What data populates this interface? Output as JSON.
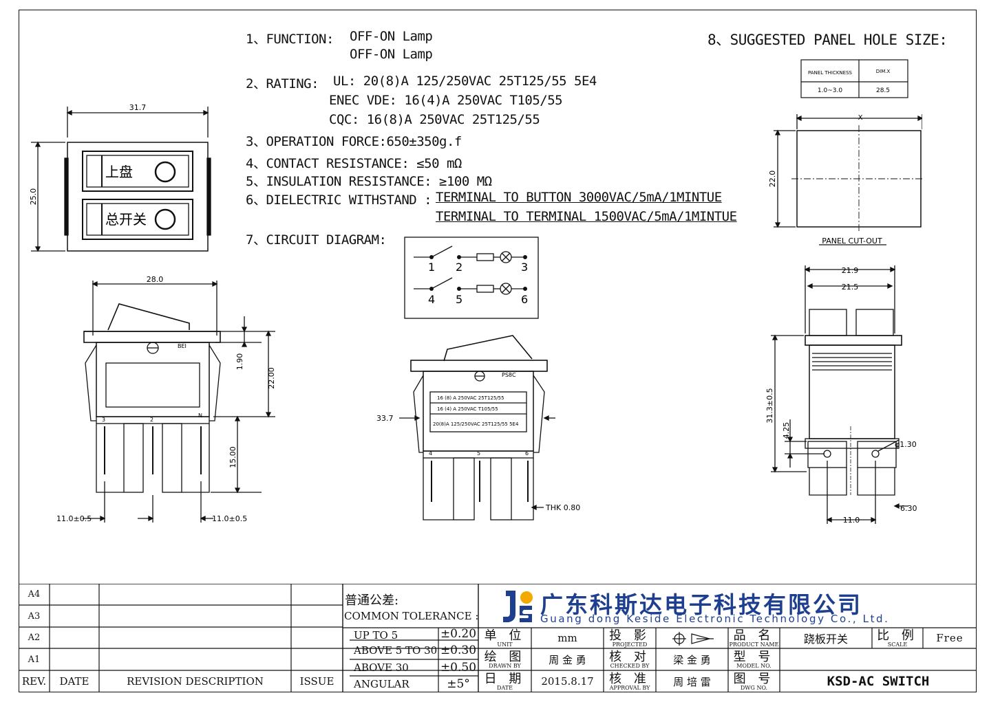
{
  "specs": {
    "function_label": "1、FUNCTION:",
    "function_values": [
      "OFF-ON Lamp",
      "OFF-ON Lamp"
    ],
    "rating_label": "2、RATING:",
    "rating_ul": "UL: 20(8)A 125/250VAC 25T125/55 5E4",
    "rating_enec": "ENEC VDE: 16(4)A 250VAC T105/55",
    "rating_cqc": "CQC: 16(8)A 250VAC 25T125/55",
    "operation_force": "3、OPERATION FORCE:650±350g.f",
    "contact_resistance": "4、CONTACT RESISTANCE:  ≤50 mΩ",
    "insulation_resistance": "5、INSULATION RESISTANCE: ≥100 MΩ",
    "dielectric_label": "6、DIELECTRIC WITHSTAND :",
    "dielectric_1": "TERMINAL TO BUTTON 3000VAC/5mA/1MINTUE",
    "dielectric_2": "TERMINAL TO TERMINAL 1500VAC/5mA/1MINTUE",
    "circuit_label": "7、CIRCUIT DIAGRAM:",
    "panel_hole_label": "8、SUGGESTED PANEL HOLE SIZE:"
  },
  "panel_table": {
    "headers": [
      "PANEL THICKNESS",
      "DIM.X"
    ],
    "row": [
      "1.0~3.0",
      "28.5"
    ]
  },
  "panel_cutout": {
    "x_label": "X",
    "height_label": "22.0",
    "caption": "PANEL CUT-OUT"
  },
  "front_view": {
    "width_label": "31.7",
    "height_label": "25.0",
    "top_text": "上盘",
    "bottom_text": "总开关"
  },
  "side_view": {
    "width_label": "28.0",
    "dim_190": "1.90",
    "dim_2200": "22.00",
    "dim_1500": "15.00",
    "left_dim": "11.0±0.5",
    "right_dim": "11.0±0.5",
    "marking": "BEI",
    "pins": [
      "3",
      "2",
      "N"
    ]
  },
  "center_view": {
    "dim_337": "33.7",
    "thk": "THK 0.80",
    "pins": [
      "4",
      "5",
      "6"
    ],
    "marking_lines": [
      "16 (8) A  250VAC  25T125/55",
      "16 (4) A  250VAC  T105/55",
      "20(8)A 125/250VAC  25T125/55  5E4"
    ],
    "marking_top": "PS8C"
  },
  "circuit": {
    "pins_top": [
      "1",
      "2",
      "3"
    ],
    "pins_bottom": [
      "4",
      "5",
      "6"
    ]
  },
  "right_view": {
    "dim_219": "21.9",
    "dim_215": "21.5",
    "dim_313": "31.3±0.5",
    "dim_425": "4.25",
    "dim_130": "φ1.30",
    "dim_110": "11.0",
    "dim_630": "6.30"
  },
  "title_block": {
    "rev_rows": [
      "A4",
      "A3",
      "A2",
      "A1"
    ],
    "headers": {
      "rev": "REV.",
      "date": "DATE",
      "desc": "REVISION DESCRIPTION",
      "issue": "ISSUE"
    },
    "tolerance_cn": "普通公差:",
    "tolerance_en": "COMMON TOLERANCE :",
    "tolerances": [
      {
        "range": "UP TO 5",
        "value": "±0.20"
      },
      {
        "range": "ABOVE 5 TO 30",
        "value": "±0.30"
      },
      {
        "range": "ABOVE 30",
        "value": "±0.50"
      },
      {
        "range": "ANGULAR",
        "value": "±5°"
      }
    ],
    "company_cn": "广东科斯达电子科技有限公司",
    "company_en": "Guang dong Keside Electronic Technology Co., Ltd.",
    "unit_cn": "单 位",
    "unit_en": "UNIT",
    "unit_val": "mm",
    "projected_cn": "投 影",
    "projected_en": "PROJECTED",
    "product_cn": "品 名",
    "product_en": "PRODUCT NAME",
    "product_val": "跷板开关",
    "scale_cn": "比 例",
    "scale_en": "SCALE",
    "scale_val": "Free",
    "drawn_cn": "绘 图",
    "drawn_en": "DRAWN BY",
    "drawn_val": "周 金 勇",
    "checked_cn": "核 对",
    "checked_en": "CHECKED BY",
    "checked_val": "梁 金 勇",
    "model_cn": "型 号",
    "model_en": "MODEL NO.",
    "date_cn": "日 期",
    "date_en": "DATE",
    "date_val": "2015.8.17",
    "approval_cn": "核 准",
    "approval_en": "APPROVAL BY",
    "approval_val": "周 培 雷",
    "dwg_cn": "图 号",
    "dwg_en": "DWG NO.",
    "dwg_val": "KSD-AC SWITCH"
  }
}
